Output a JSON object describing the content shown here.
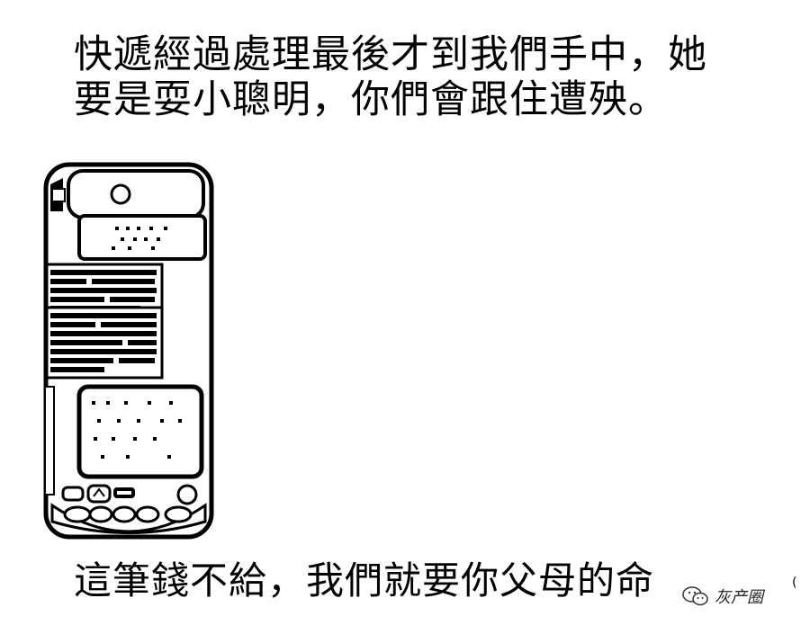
{
  "caption": {
    "line1": "快遞經過處理最後才到我們手中，她",
    "line2": "要是耍小聰明，你們會跟住遭殃。",
    "line3": "這筆錢不給，我們就要你父母的命"
  },
  "illustration": {
    "icon": "mobile-phone-chat-illustration"
  },
  "watermark": {
    "icon": "wechat-icon",
    "text": "灰产圈"
  },
  "edge_mark": "("
}
